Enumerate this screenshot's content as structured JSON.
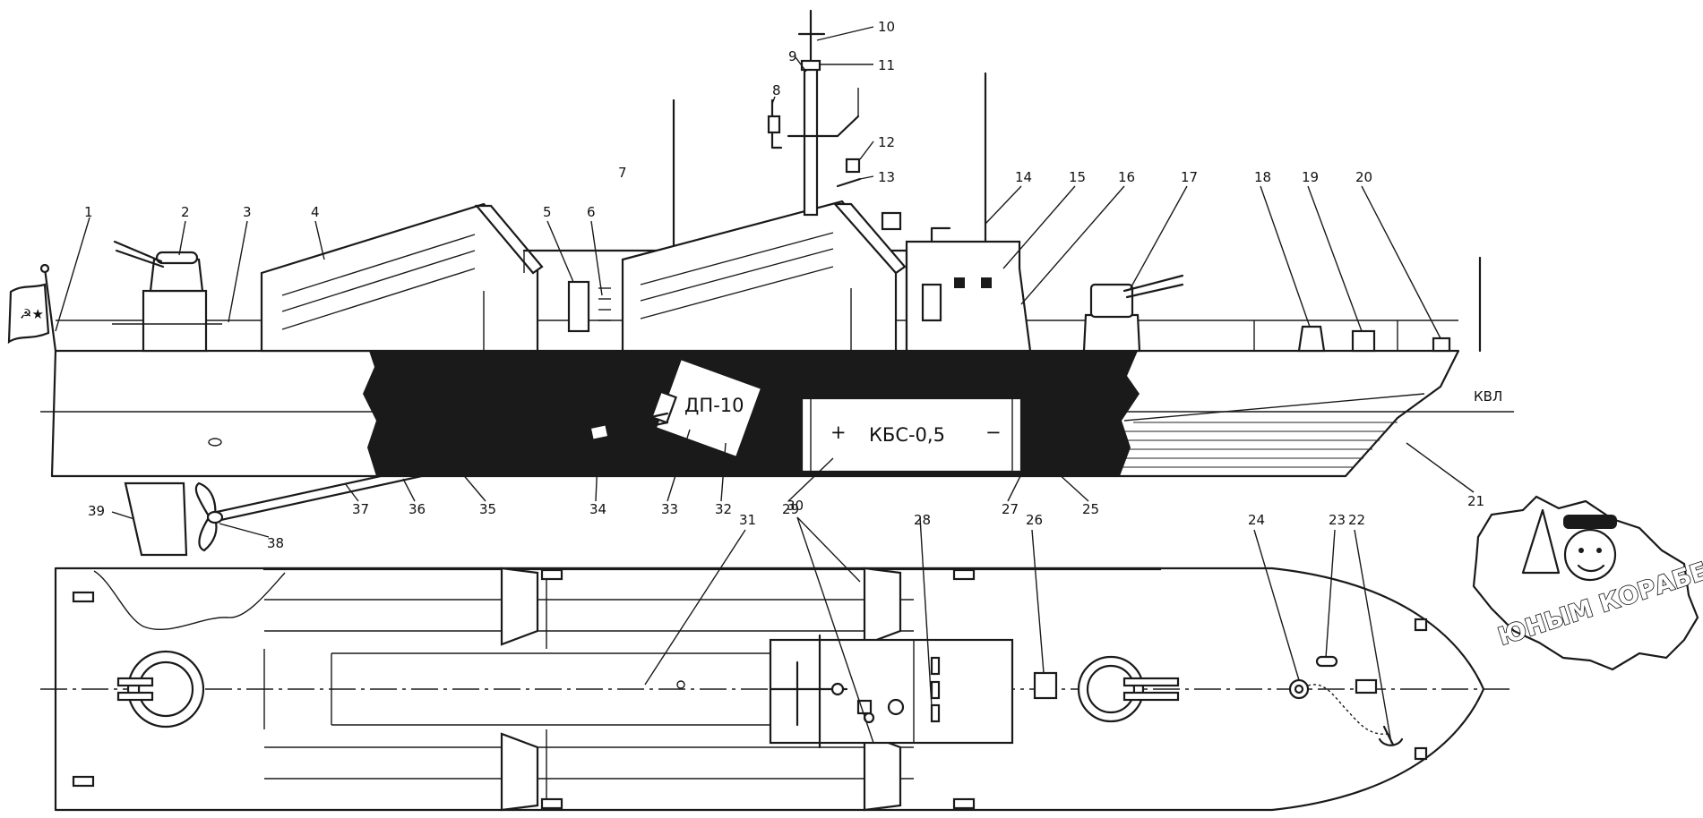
{
  "labels": {
    "l1": "1",
    "l2": "2",
    "l3": "3",
    "l4": "4",
    "l5": "5",
    "l6": "6",
    "l7": "7",
    "l8": "8",
    "l9": "9",
    "l10": "10",
    "l11": "11",
    "l12": "12",
    "l13": "13",
    "l14": "14",
    "l15": "15",
    "l16": "16",
    "l17": "17",
    "l18": "18",
    "l19": "19",
    "l20": "20",
    "l21": "21",
    "l22": "22",
    "l23": "23",
    "l24": "24",
    "l25": "25",
    "l26": "26",
    "l27": "27",
    "l28": "28",
    "l29": "29",
    "l30": "30",
    "l31": "31",
    "l32": "32",
    "l33": "33",
    "l34": "34",
    "l35": "35",
    "l36": "36",
    "l37": "37",
    "l38": "38",
    "l39": "39"
  },
  "motor_label": "ДП-10",
  "battery_label": "КБС-0,5",
  "battery_plus": "+",
  "battery_minus": "−",
  "waterline_label": "КВЛ",
  "emblem_text": "ЮНЫМ КОРАБЕЛАМ"
}
